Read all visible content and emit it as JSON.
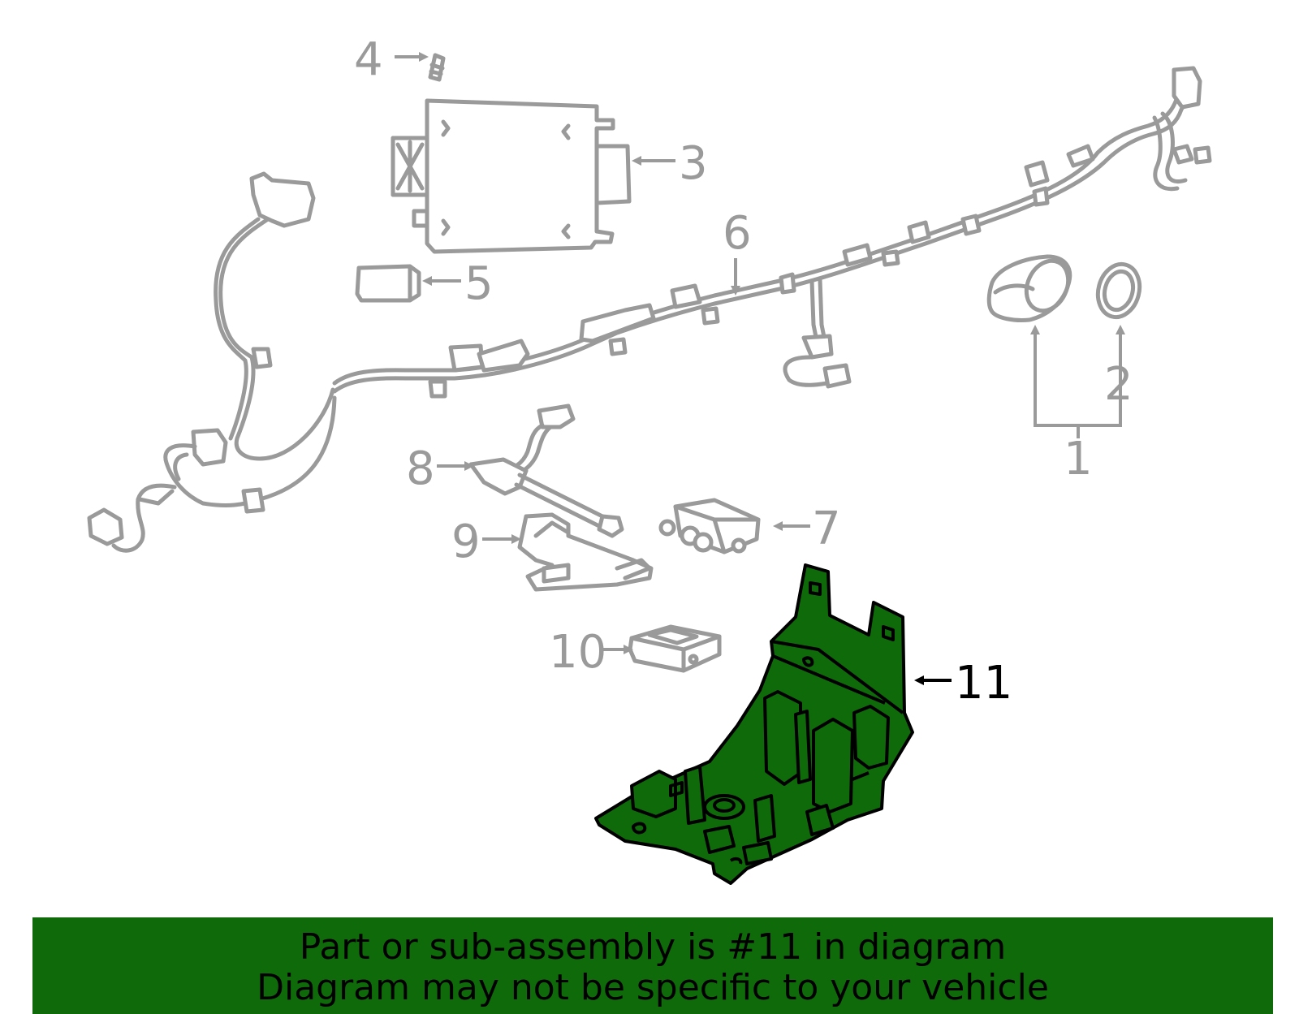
{
  "diagram": {
    "callouts": [
      {
        "id": "1",
        "label": "1"
      },
      {
        "id": "2",
        "label": "2"
      },
      {
        "id": "3",
        "label": "3"
      },
      {
        "id": "4",
        "label": "4"
      },
      {
        "id": "5",
        "label": "5"
      },
      {
        "id": "6",
        "label": "6"
      },
      {
        "id": "7",
        "label": "7"
      },
      {
        "id": "8",
        "label": "8"
      },
      {
        "id": "9",
        "label": "9"
      },
      {
        "id": "10",
        "label": "10"
      },
      {
        "id": "11",
        "label": "11"
      }
    ],
    "highlighted_part": "11",
    "colors": {
      "highlight_fill": "#0f6b0a",
      "line_gray": "#9a9a9a",
      "banner_bg": "#0f6b0a"
    }
  },
  "banner": {
    "line1": "Part or sub-assembly is #11 in diagram",
    "line2": "Diagram may not be specific to your vehicle"
  }
}
